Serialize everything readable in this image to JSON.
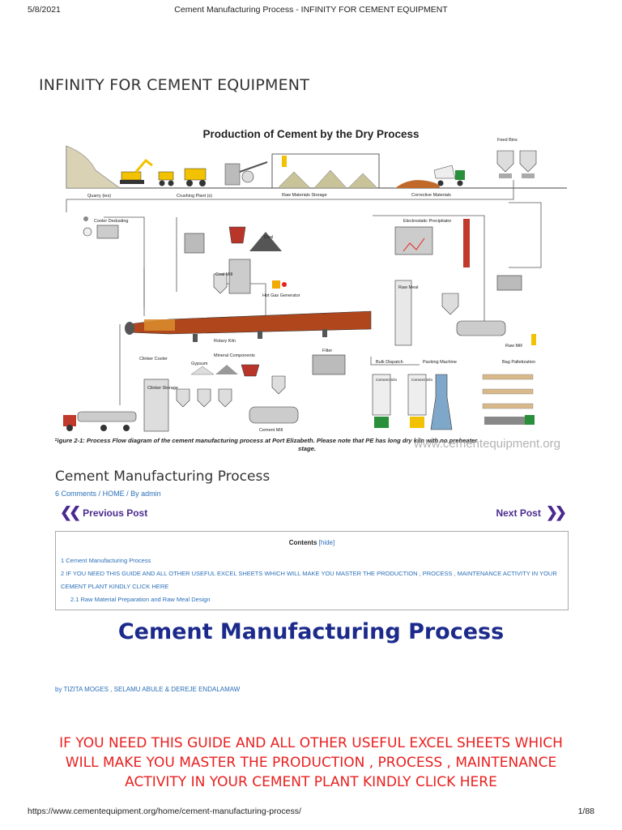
{
  "print_header": {
    "date": "5/8/2021",
    "title": "Cement Manufacturing Process - INFINITY FOR CEMENT EQUIPMENT"
  },
  "site": {
    "title": "INFINITY FOR CEMENT EQUIPMENT"
  },
  "figure": {
    "heading": "Production of Cement by the Dry Process",
    "labels": {
      "quarry": "Quarry (ies)",
      "crushing": "Crushing Plant (s)",
      "raw_storage": "Raw Materials Storage",
      "corrective": "Corrective Materials",
      "feed_bins": "Feed Bins",
      "cooler_dedusting": "Cooler Dedusting",
      "coal": "Coal",
      "coal_mill": "Coal Mill",
      "hot_gas": "Hot Gas Generator",
      "electrostatic": "Electrostatic Precipitator",
      "raw_meal": "Raw Meal",
      "rotary_kiln": "Rotary Kiln",
      "raw_mill": "Raw Mill",
      "clinker_cooler": "Clinker Cooler",
      "gypsum": "Gypsum",
      "mineral": "Mineral Components",
      "filter": "Filter",
      "bulk_dispatch": "Bulk Dispatch",
      "packing": "Packing Machine",
      "bag_pallet": "Bag Palletization",
      "clinker_storage": "Clinker Storage",
      "cement_silo": "Cement Silo",
      "cement_mill": "Cement Mill"
    },
    "caption": "Figure 2-1: Process Flow diagram of the cement manufacturing process at Port Elizabeth. Please note that PE has long dry kiln with no preheater stage.",
    "watermark": "www.cementequipment.org"
  },
  "post": {
    "title": "Cement Manufacturing Process",
    "comments": "6 Comments",
    "category": "HOME",
    "author": "By admin",
    "sep": "/"
  },
  "nav": {
    "prev": "Previous Post",
    "next": "Next Post"
  },
  "toc": {
    "title": "Contents",
    "toggle": "[hide]",
    "items": [
      "1 Cement Manufacturing Process",
      "2 IF YOU NEED THIS GUIDE AND ALL OTHER USEFUL EXCEL SHEETS WHICH WILL MAKE YOU MASTER THE PRODUCTION , PROCESS , MAINTENANCE ACTIVITY IN YOUR",
      "CEMENT PLANT KINDLY CLICK HERE",
      "2.1 Raw Material Preparation and Raw Meal Design"
    ]
  },
  "content": {
    "heading": "Cement Manufacturing Process",
    "byline": "by TIZITA MOGES , SELAMU ABULE & DEREJE ENDALAMAW",
    "cta": [
      "IF YOU NEED THIS GUIDE AND ALL OTHER USEFUL EXCEL SHEETS WHICH",
      "WILL MAKE YOU MASTER THE PRODUCTION , PROCESS , MAINTENANCE",
      "ACTIVITY IN YOUR CEMENT PLANT KINDLY CLICK HERE"
    ]
  },
  "print_footer": {
    "url": "https://www.cementequipment.org/home/cement-manufacturing-process/",
    "page": "1/88"
  },
  "colors": {
    "heading_blue": "#1c2a8c",
    "link_blue": "#2a6fb8",
    "nav_purple": "#4b2a8f",
    "cta_red": "#e8201f",
    "kiln": "#b0461c"
  }
}
